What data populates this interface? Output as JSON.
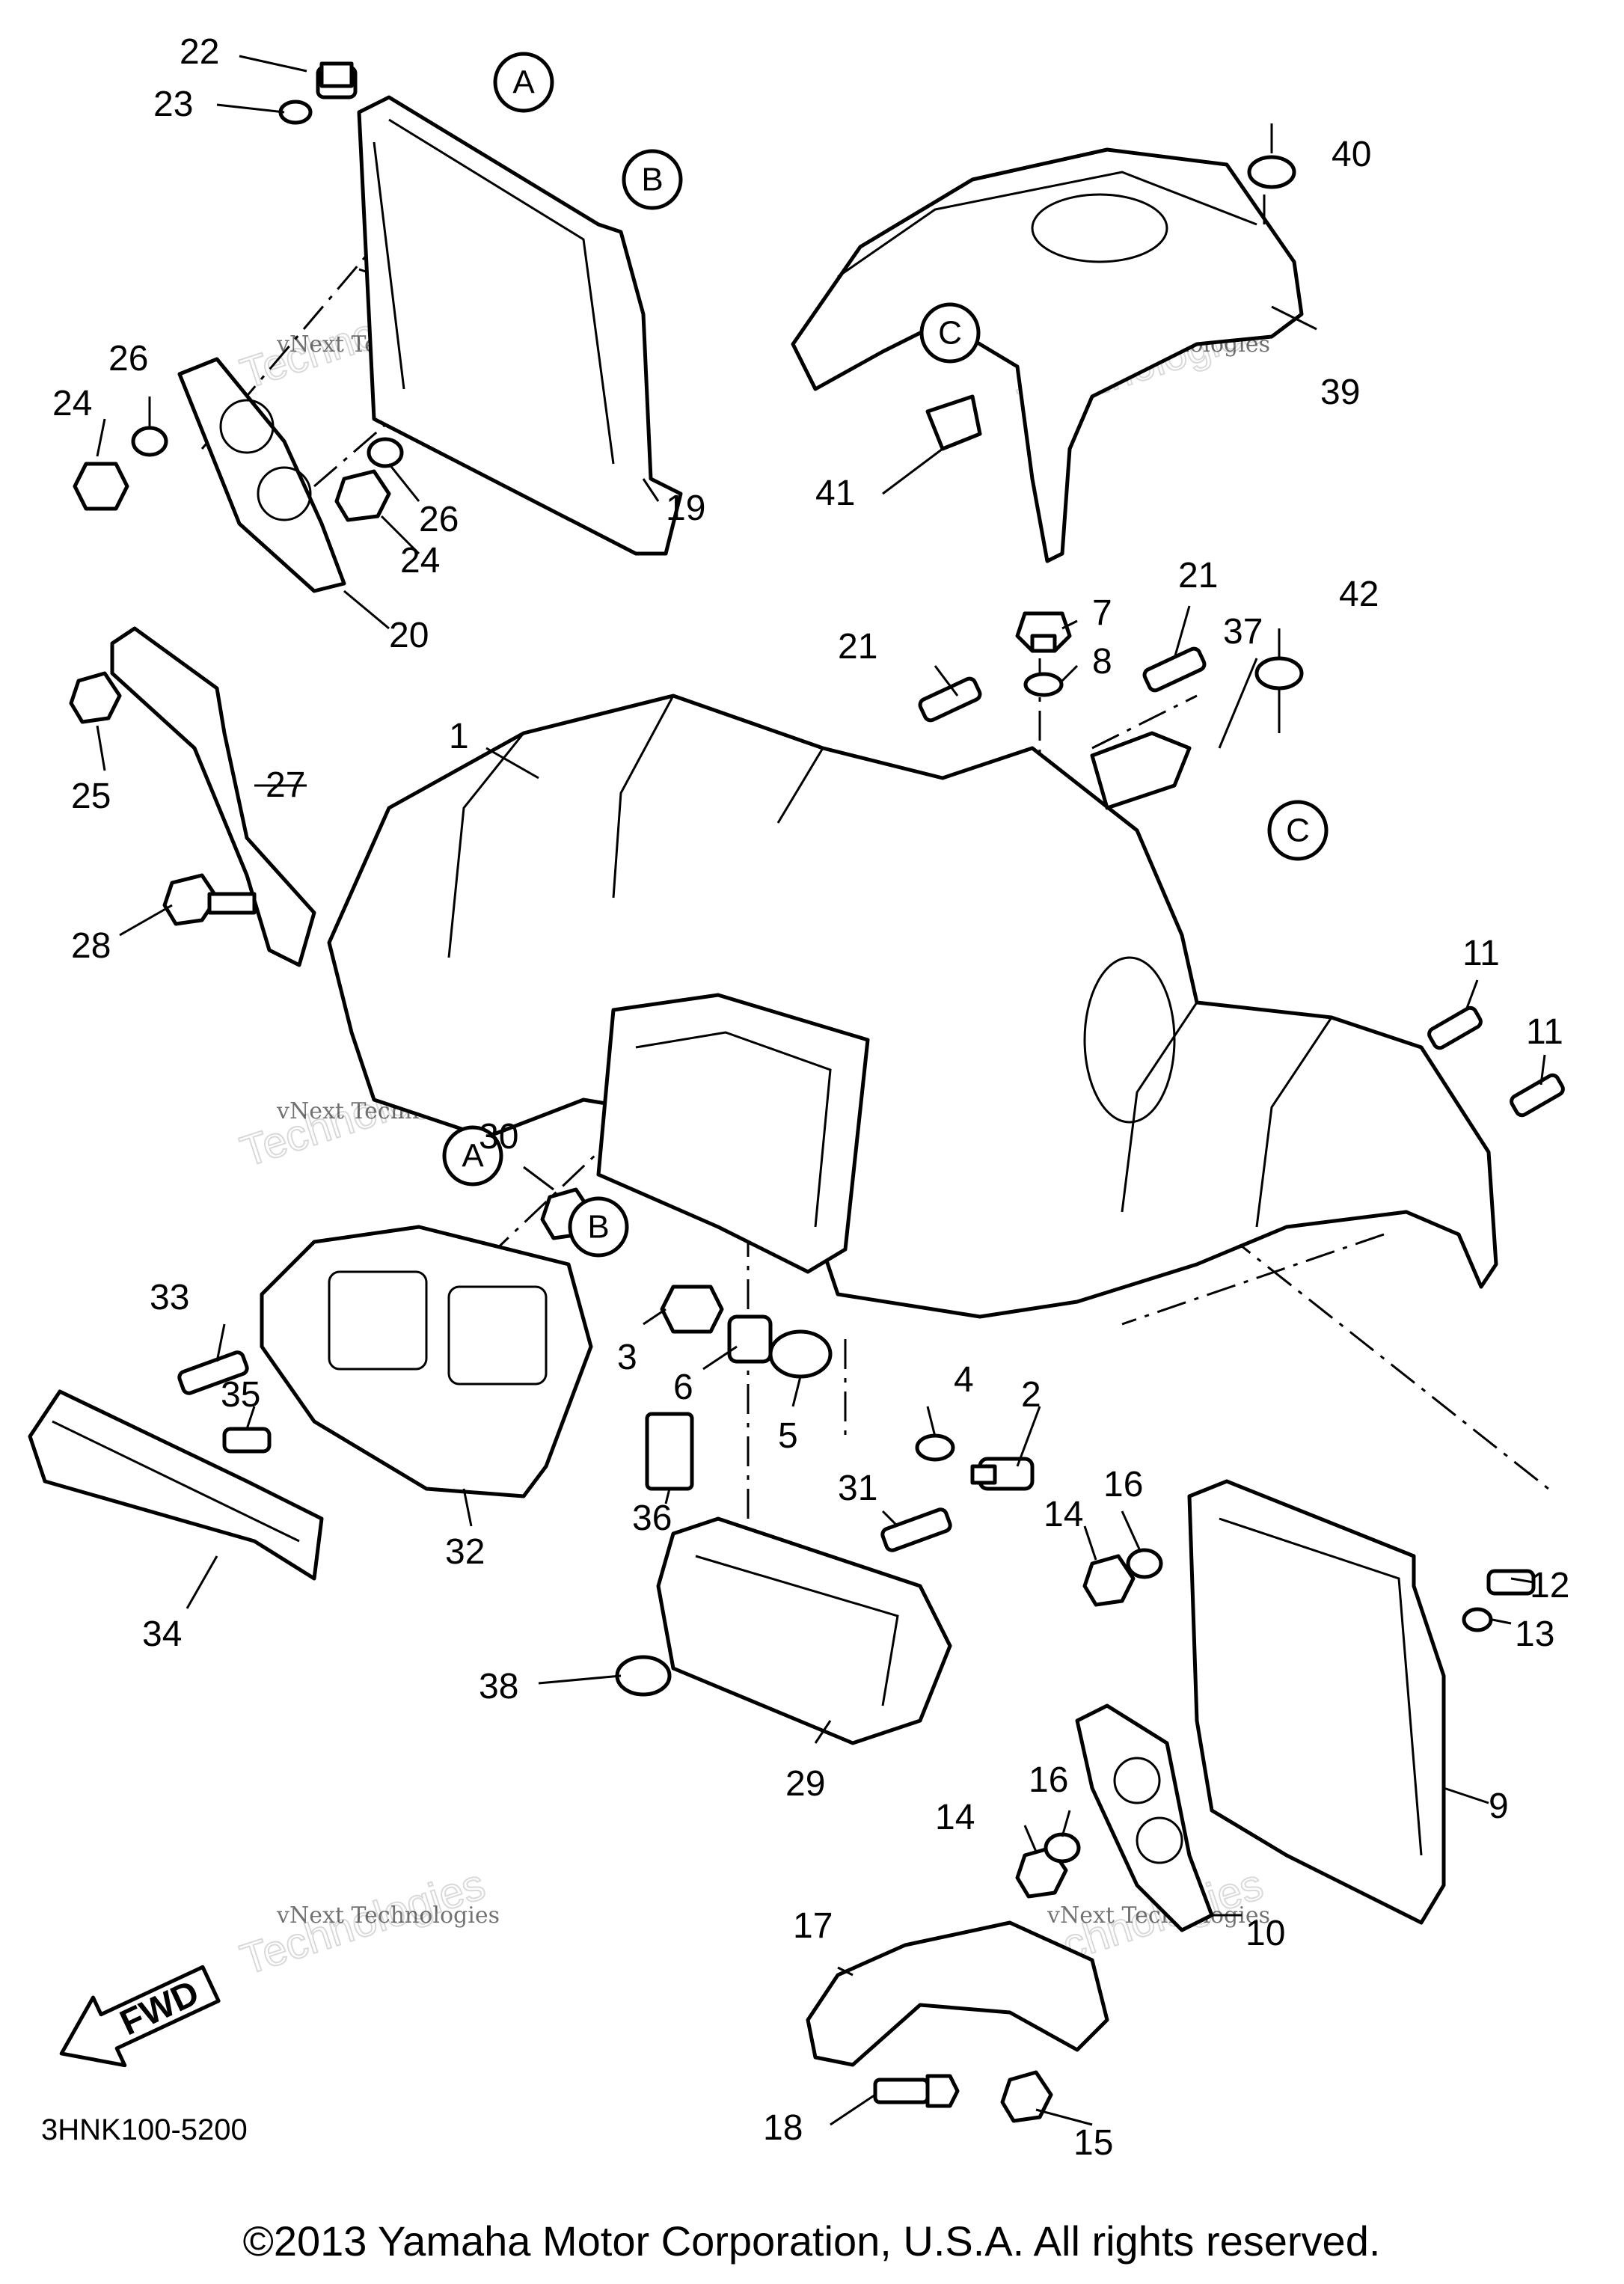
{
  "diagram_code": "3HNK100-5200",
  "copyright": "©2013 Yamaha Motor Corporation, U.S.A. All rights reserved.",
  "fwd_label": "FWD",
  "watermark": {
    "line1": "vNext",
    "line2": "Technologies",
    "full": "vNext Technologies"
  },
  "callouts": {
    "a": "A",
    "b": "B",
    "c": "C"
  },
  "part_numbers": {
    "p1": "1",
    "p2": "2",
    "p3": "3",
    "p4": "4",
    "p5": "5",
    "p6": "6",
    "p7": "7",
    "p8": "8",
    "p9": "9",
    "p10": "10",
    "p11": "11",
    "p12": "12",
    "p13": "13",
    "p14": "14",
    "p15": "15",
    "p16": "16",
    "p17": "17",
    "p18": "18",
    "p19": "19",
    "p20": "20",
    "p21": "21",
    "p22": "22",
    "p23": "23",
    "p24": "24",
    "p25": "25",
    "p26": "26",
    "p27": "27",
    "p28": "28",
    "p29": "29",
    "p30": "30",
    "p31": "31",
    "p32": "32",
    "p33": "33",
    "p34": "34",
    "p35": "35",
    "p36": "36",
    "p37": "37",
    "p38": "38",
    "p39": "39",
    "p40": "40",
    "p41": "41",
    "p42": "42"
  }
}
